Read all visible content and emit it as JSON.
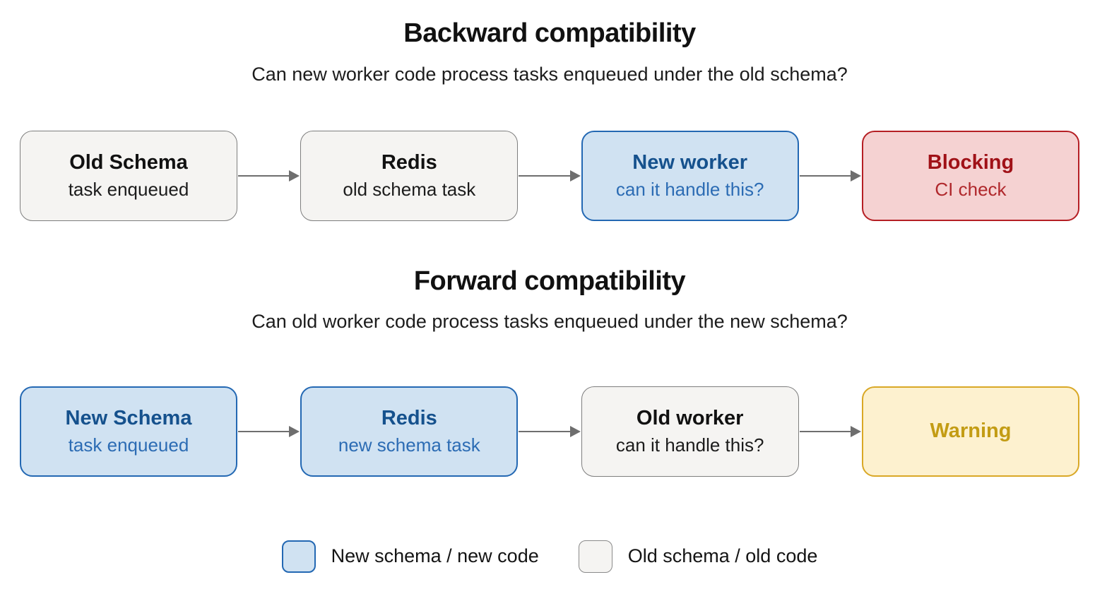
{
  "sections": [
    {
      "title": "Backward compatibility",
      "subtitle": "Can new worker code process tasks enqueued under the old schema?",
      "nodes": [
        {
          "title": "Old Schema",
          "subtitle": "task enqueued",
          "variant": "old"
        },
        {
          "title": "Redis",
          "subtitle": "old schema task",
          "variant": "old"
        },
        {
          "title": "New worker",
          "subtitle": "can it handle this?",
          "variant": "new"
        },
        {
          "title": "Blocking",
          "subtitle": "CI check",
          "variant": "blocking"
        }
      ]
    },
    {
      "title": "Forward compatibility",
      "subtitle": "Can old worker code process tasks enqueued under the new schema?",
      "nodes": [
        {
          "title": "New Schema",
          "subtitle": "task enqueued",
          "variant": "new"
        },
        {
          "title": "Redis",
          "subtitle": "new schema task",
          "variant": "new"
        },
        {
          "title": "Old worker",
          "subtitle": "can it handle this?",
          "variant": "old"
        },
        {
          "title": "Warning",
          "subtitle": "",
          "variant": "warning"
        }
      ]
    }
  ],
  "legend": [
    {
      "label": "New schema / new code",
      "variant": "new"
    },
    {
      "label": "Old schema / old code",
      "variant": "old"
    }
  ],
  "colors": {
    "new_fill": "#d0e2f2",
    "new_border": "#2368b3",
    "new_title_text": "#15518d",
    "new_body_text": "#2c6cb4",
    "old_fill": "#f5f4f2",
    "old_border": "#7e7e7e",
    "old_text": "#111111",
    "blocking_fill": "#f5d2d2",
    "blocking_border": "#b51f24",
    "blocking_title_text": "#a01117",
    "blocking_body_text": "#b0282c",
    "warning_fill": "#fdf1cf",
    "warning_border": "#d9a826",
    "warning_text": "#c39c14",
    "arrow": "#6e6e6e",
    "background": "#ffffff"
  }
}
